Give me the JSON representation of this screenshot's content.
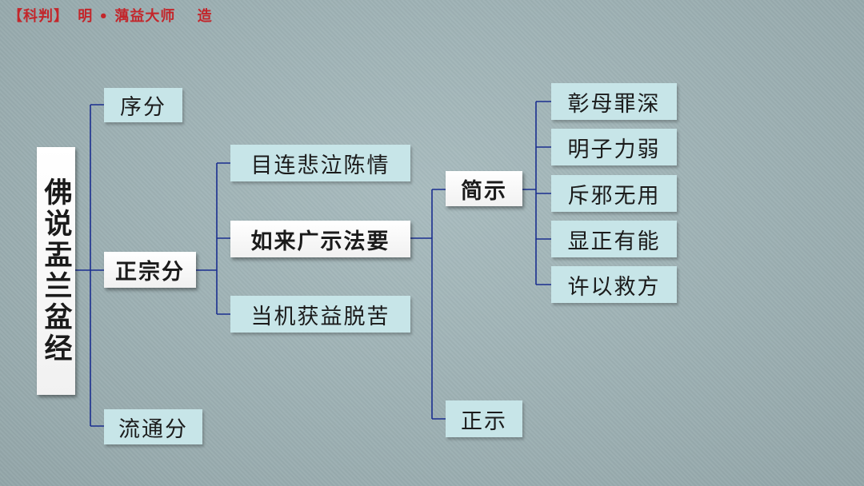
{
  "header": {
    "category": "【科判】",
    "author": "明 • 蕅益大师",
    "suffix": "造"
  },
  "diagram": {
    "root": "佛说盂兰盆经",
    "level1": [
      "序分",
      "正宗分",
      "流通分"
    ],
    "level2": [
      "目连悲泣陈情",
      "如来广示法要",
      "当机获益脱苦"
    ],
    "level3": [
      "简示",
      "正示"
    ],
    "level4": [
      "彰母罪深",
      "明子力弱",
      "斥邪无用",
      "显正有能",
      "许以救方"
    ]
  },
  "colors": {
    "background": "#9fb2b5",
    "header_text": "#c3262b",
    "box_fill": "#c7e5e8",
    "box_fill_white": "#ffffff",
    "connector": "#1a2e8f"
  }
}
